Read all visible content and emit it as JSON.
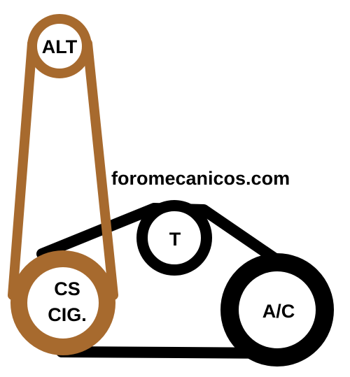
{
  "watermark": "foromecanicos.com",
  "pulleys": {
    "alt": {
      "label": "ALT"
    },
    "cs": {
      "label_line1": "CS",
      "label_line2": "CIG."
    },
    "tensioner": {
      "label": "T"
    },
    "ac": {
      "label": "A/C"
    }
  },
  "colors": {
    "accessory_belt": "#A76A2E",
    "main_belt": "#000000",
    "pulley_fill": "#ffffff",
    "text": "#000000",
    "background": "#ffffff"
  }
}
